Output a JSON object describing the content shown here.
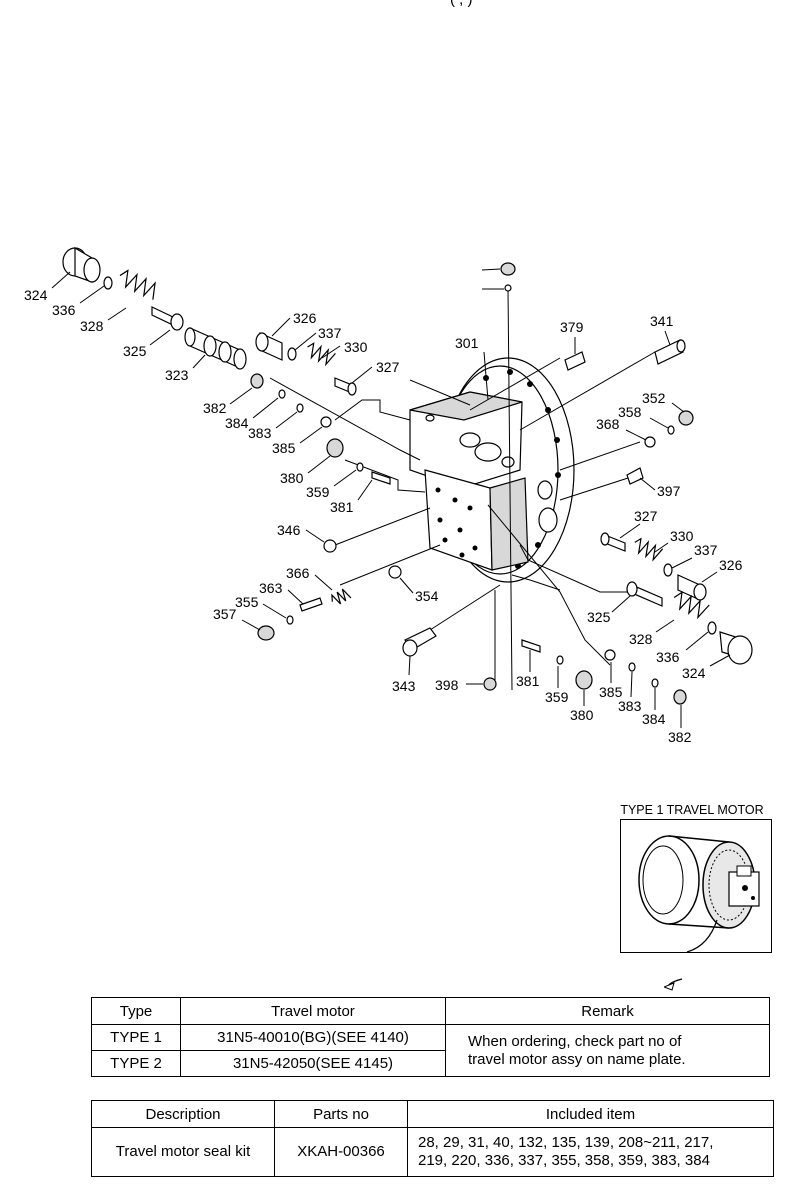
{
  "diagram": {
    "labels": [
      "324",
      "336",
      "328",
      "325",
      "323",
      "326",
      "337",
      "330",
      "327",
      "382",
      "384",
      "383",
      "385",
      "380",
      "359",
      "381",
      "346",
      "357",
      "355",
      "363",
      "366",
      "354",
      "343",
      "398",
      "301",
      "379",
      "341",
      "352",
      "358",
      "368",
      "397",
      "327",
      "330",
      "337",
      "326",
      "325",
      "328",
      "336",
      "324",
      "381",
      "359",
      "380",
      "385",
      "383",
      "384",
      "382"
    ]
  },
  "inset": {
    "title": "TYPE 1 TRAVEL MOTOR"
  },
  "type_table": {
    "headers": [
      "Type",
      "Travel motor",
      "Remark"
    ],
    "rows": [
      {
        "type": "TYPE 1",
        "motor": "31N5-40010(BG)(SEE 4140)"
      },
      {
        "type": "TYPE 2",
        "motor": "31N5-42050(SEE 4145)"
      }
    ],
    "remark_line1": "When ordering, check part no of",
    "remark_line2": "travel motor assy on name plate."
  },
  "kit_table": {
    "headers": [
      "Description",
      "Parts no",
      "Included item"
    ],
    "row": {
      "description": "Travel motor seal kit",
      "parts_no": "XKAH-00366",
      "items_line1": "28, 29, 31, 40, 132, 135, 139, 208~211, 217,",
      "items_line2": "219, 220, 336, 337, 355, 358, 359, 383, 384"
    }
  }
}
